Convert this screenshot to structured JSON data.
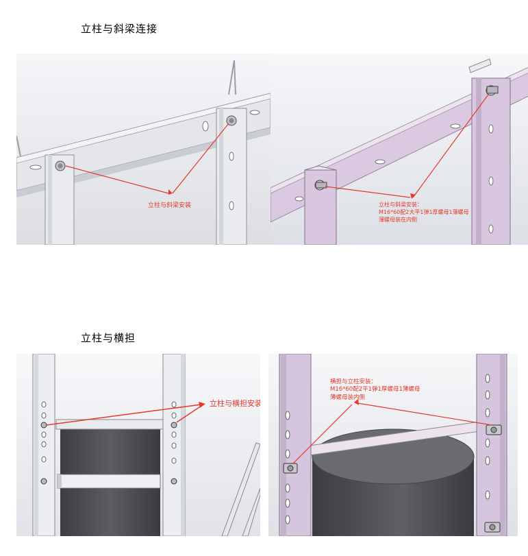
{
  "headings": {
    "section1": "立柱与斜梁连接",
    "section2": "立柱与横担"
  },
  "panels": {
    "p1": {
      "caption": "立柱与斜梁安装"
    },
    "p2": {
      "caption_lines": [
        "立柱与斜梁安装：",
        "M16*60配2大平1弹1厚螺母1薄螺母",
        "薄螺母装在内侧"
      ]
    },
    "p3": {
      "caption": "立柱与横担安装"
    },
    "p4": {
      "caption_lines": [
        "横担与立柱安装：",
        "M16*60配2平1弹1厚螺母1薄螺母",
        "薄螺母装内侧"
      ]
    }
  },
  "colors": {
    "annotation": "#e23a2c",
    "steel": "#e6e8ec",
    "purple_steel": "#d9c8df",
    "concrete": "#4e4f55"
  }
}
